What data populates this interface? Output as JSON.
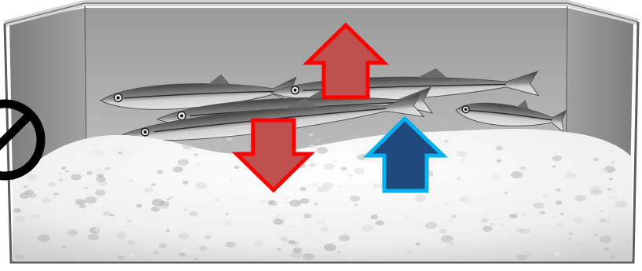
{
  "colors": {
    "background": "#ffffff",
    "tank_back_wall": "#a7a7a7",
    "tank_side_wall": "#8e8e8e",
    "tank_rim": "#d9d9d9",
    "tank_outline": "#5d5d5d",
    "ice": "#f3f3f3",
    "ice_shadow": "#bdbdbd",
    "fish_back": "#3f3f3f",
    "fish_belly": "#d6d6d6",
    "arrow_red_fill": "#c0504d",
    "arrow_red_stroke": "#ff0000",
    "arrow_blue_fill": "#1f497d",
    "arrow_blue_stroke": "#00b0f0",
    "prohibition": "#000000"
  },
  "icons": {
    "prohibition": "prohibition-icon",
    "arrow_up_red": "arrow-up-icon",
    "arrow_down_red": "arrow-down-icon",
    "arrow_up_blue": "arrow-up-icon"
  },
  "diagram": {
    "subject": "fish-on-ice-tank",
    "fish_count": 5,
    "arrows": [
      {
        "name": "red-up-arrow",
        "direction": "up",
        "color": "red"
      },
      {
        "name": "red-down-arrow",
        "direction": "down",
        "color": "red"
      },
      {
        "name": "blue-up-arrow",
        "direction": "up",
        "color": "blue"
      }
    ]
  }
}
